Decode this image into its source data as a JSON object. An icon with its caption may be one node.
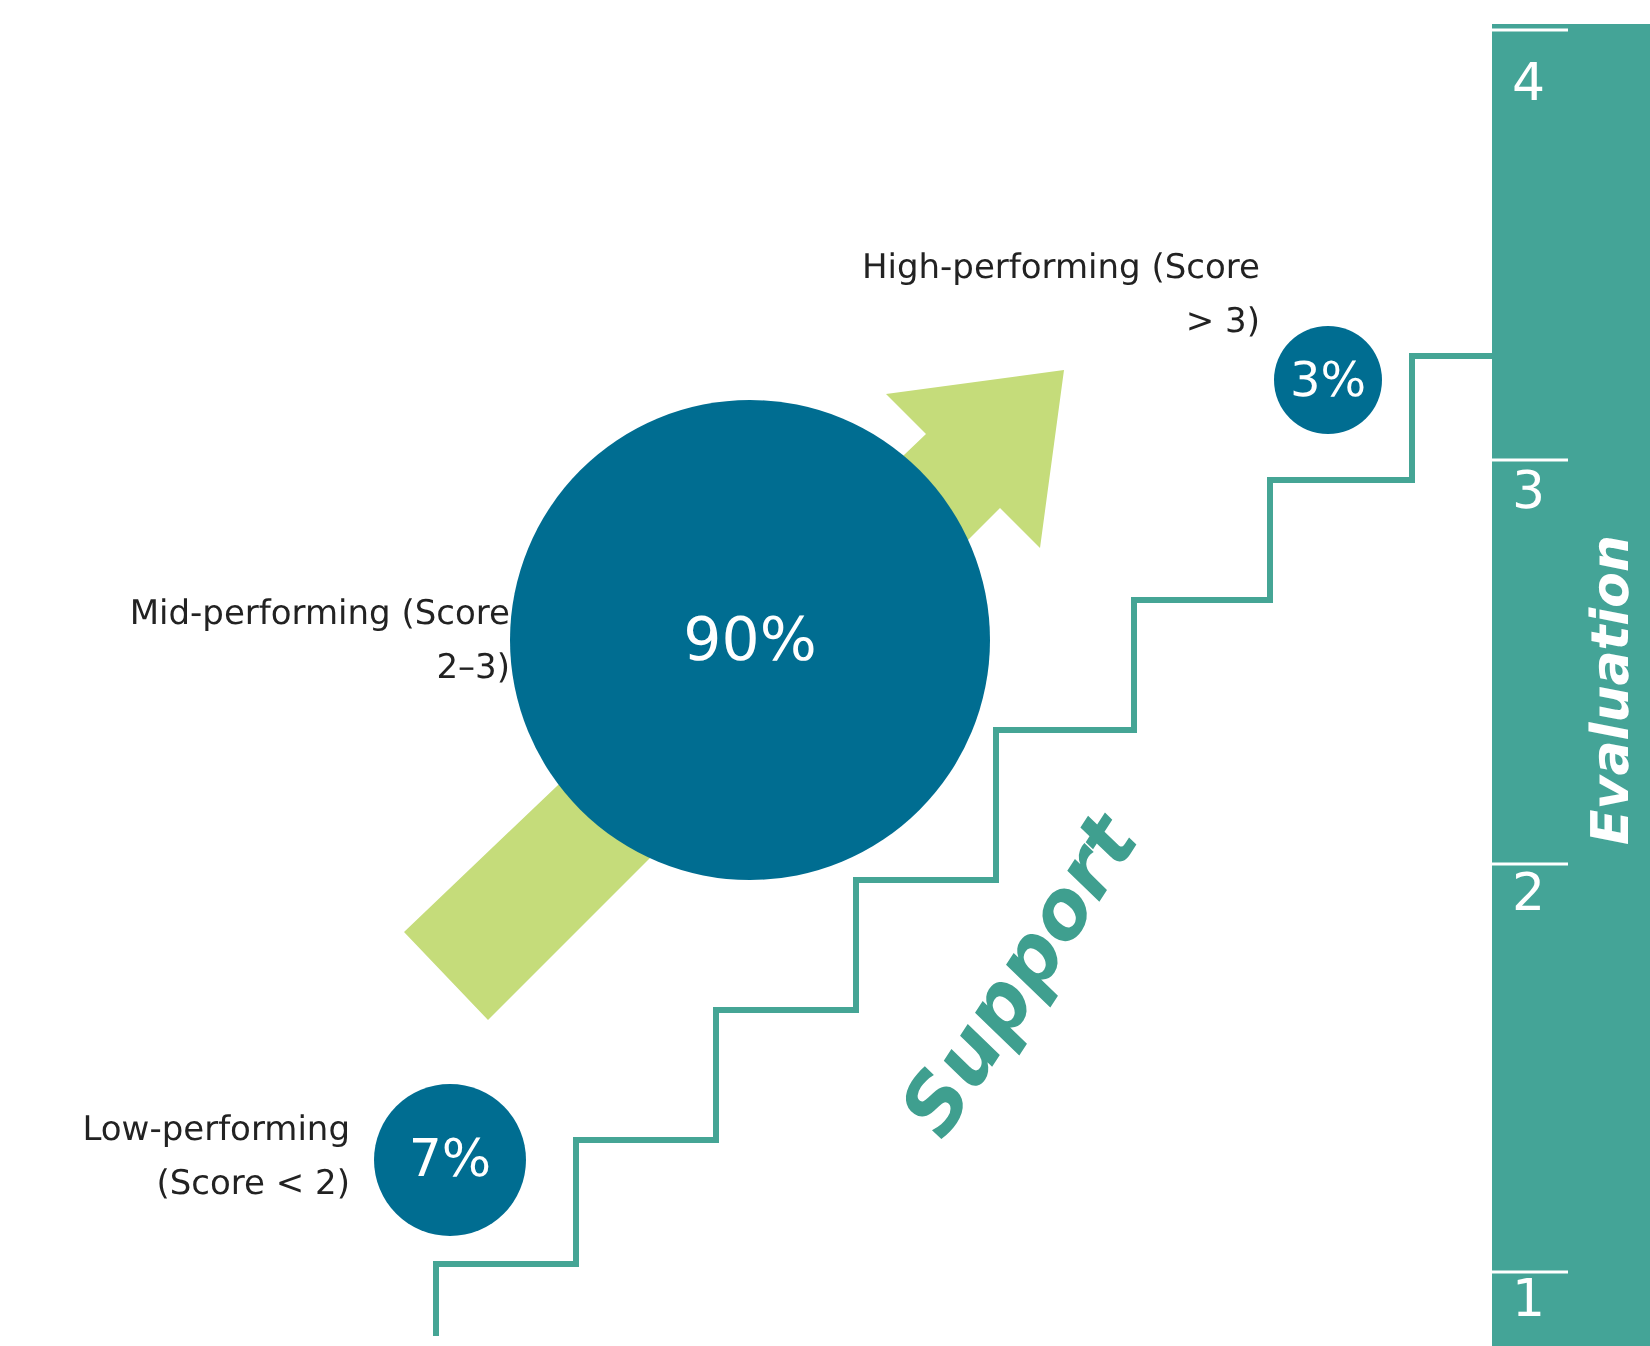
{
  "diagram": {
    "nodes": [
      {
        "text": [
          "7%"
        ],
        "beside": [
          "Low-performing (Score < 2)"
        ]
      },
      {
        "text": [
          "90%"
        ],
        "beside": [
          "Mid-performing (Score 2–3)"
        ]
      },
      {
        "text": [
          "3%"
        ],
        "beside": [
          "High-performing (Score > 3)"
        ]
      }
    ],
    "labels": [
      "4",
      "3",
      "Evaluation",
      "2",
      "Support",
      "1"
    ]
  }
}
